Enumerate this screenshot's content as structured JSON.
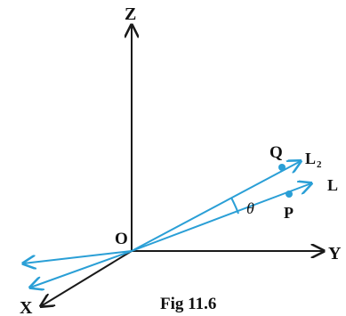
{
  "labels": {
    "z_axis": "Z",
    "x_axis": "X",
    "y_axis": "Y",
    "origin": "O",
    "point_q": "Q",
    "point_p": "P",
    "line_l2": "L",
    "line_l2_sub": "2",
    "line_l1": "L",
    "angle": "θ"
  },
  "caption": "Fig 11.6",
  "colors": {
    "axis": "#1a1a1a",
    "line": "#2a9fd6",
    "point": "#2a9fd6",
    "text": "#111111"
  }
}
